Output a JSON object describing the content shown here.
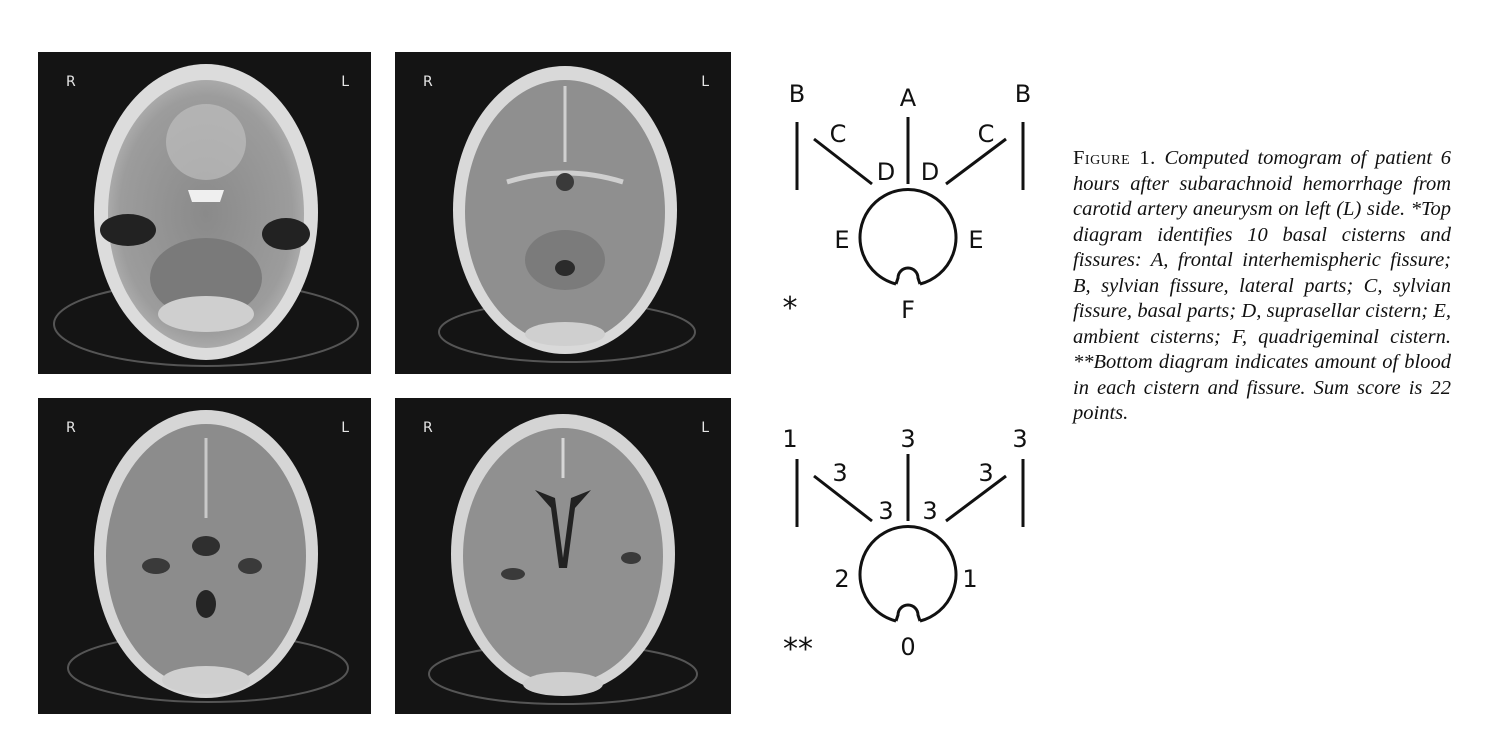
{
  "scans": [
    {
      "right_label": "R",
      "left_label": "L"
    },
    {
      "right_label": "R",
      "left_label": "L"
    },
    {
      "right_label": "R",
      "left_label": "L"
    },
    {
      "right_label": "R",
      "left_label": "L"
    }
  ],
  "diagram_top": {
    "marker": "*",
    "labels": {
      "A": "A",
      "B_left": "B",
      "B_right": "B",
      "C_left": "C",
      "C_right": "C",
      "D_left": "D",
      "D_right": "D",
      "E_left": "E",
      "E_right": "E",
      "F": "F"
    }
  },
  "diagram_bottom": {
    "marker": "**",
    "labels": {
      "A": "3",
      "B_left": "1",
      "B_right": "3",
      "C_left": "3",
      "C_right": "3",
      "D_left": "3",
      "D_right": "3",
      "E_left": "2",
      "E_right": "1",
      "F": "0"
    }
  },
  "caption": {
    "lead": "Figure 1.",
    "text": "Computed tomogram of patient 6 hours after subarachnoid hemorrhage from carotid artery aneurysm on left (L) side. *Top diagram identifies 10 basal cisterns and fissures: A, frontal interhemispheric fissure; B, sylvian fissure, lateral parts; C, sylvian fissure, basal parts; D, suprasellar cistern; E, ambient cisterns; F, quadrigeminal cistern. **Bottom diagram indicates amount of blood in each cistern and fissure. Sum score is 22 points."
  }
}
